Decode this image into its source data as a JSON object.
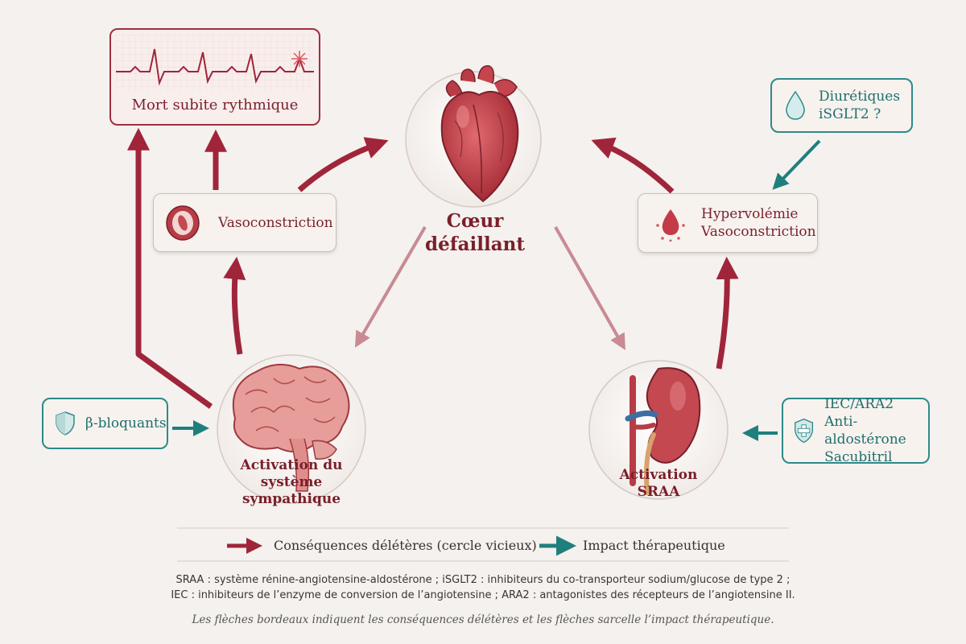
{
  "center": {
    "label": "Cœur\ndéfaillant"
  },
  "nodes": {
    "sudden_death": "Mort subite rythmique",
    "vasoconstriction_left": "Vasoconstriction",
    "hypervolemia": "Hypervolémie\nVasoconstriction",
    "sympathetic": "Activation du\nsystème sympathique",
    "raas": "Activation\nSRAA"
  },
  "treatments": {
    "diuretics": "Diurétiques\niSGLT2 ?",
    "beta_blockers": "β-bloquants",
    "iec": "IEC/ARA2\nAnti-aldostérone\nSacubitril"
  },
  "legend": {
    "deleterious": "Conséquences délétères (cercle vicieux)",
    "therapeutic": "Impact thérapeutique"
  },
  "footnotes": {
    "line1": "SRAA : système rénine-angiotensine-aldostérone ; iSGLT2 : inhibiteurs du co-transporteur sodium/glucose de type 2 ;",
    "line2": "IEC : inhibiteurs de l’enzyme de conversion de l’angiotensine ; ARA2 : antagonistes des récepteurs de l’angiotensine II.",
    "note": "Les flèches bordeaux indiquent les conséquences délétères et les flèches sarcelle l’impact thérapeutique."
  },
  "colors": {
    "deleterious": "#a0253a",
    "therapeutic": "#1f7f7d",
    "faded_arrow": "#c98a93",
    "background": "#f4f1ee"
  },
  "icons": [
    "ecg-icon",
    "heart-icon",
    "vessel-icon",
    "blood-drop-icon",
    "water-drop-icon",
    "shield-icon",
    "shield-cross-icon",
    "brain-icon",
    "kidney-icon"
  ]
}
